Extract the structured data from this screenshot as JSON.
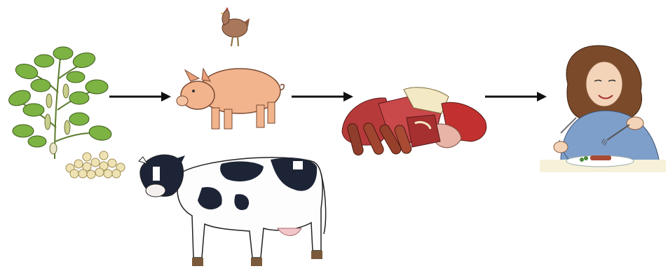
{
  "diagram": {
    "type": "flow",
    "stages": [
      {
        "id": "soy",
        "icon": "soybean-plant-icon"
      },
      {
        "id": "livestock",
        "icon": "livestock-icons",
        "members": [
          "chicken-icon",
          "pig-icon",
          "cow-icon"
        ]
      },
      {
        "id": "meat",
        "icon": "meat-pile-icon"
      },
      {
        "id": "consumer",
        "icon": "woman-eating-icon"
      }
    ],
    "arrows": [
      {
        "from": "soy",
        "to": "livestock"
      },
      {
        "from": "livestock",
        "to": "meat"
      },
      {
        "from": "meat",
        "to": "consumer"
      }
    ],
    "colors": {
      "arrow": "#111111",
      "plant_green": "#7cb342",
      "bean": "#efe3b4",
      "pig": "#f2b48d",
      "cow_spot": "#1d2436",
      "meat_red": "#b73a3a",
      "sweater": "#7f9fcb",
      "hair": "#7a4a2a"
    }
  }
}
